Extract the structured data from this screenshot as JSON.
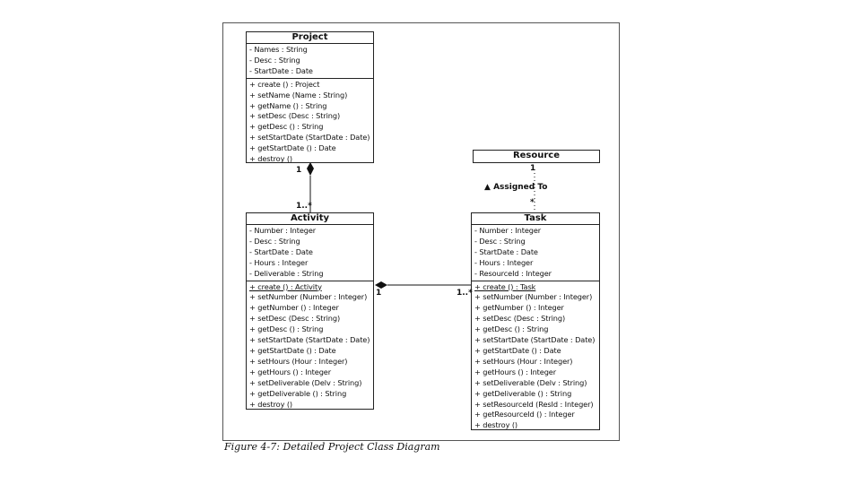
{
  "classes": {
    "project": {
      "name": "Project",
      "attributes": [
        "- Names : String",
        "- Desc : String",
        "- StartDate : Date"
      ],
      "operations": [
        "+ create () : Project",
        "+ setName (Name : String)",
        "+ getName () : String",
        "+ setDesc (Desc : String)",
        "+ getDesc () : String",
        "+ setStartDate (StartDate : Date)",
        "+ getStartDate () : Date",
        "+ destroy ()"
      ]
    },
    "activity": {
      "name": "Activity",
      "attributes": [
        "- Number : Integer",
        "- Desc : String",
        "- StartDate : Date",
        "- Hours : Integer",
        "- Deliverable : String"
      ],
      "operations": [
        "+ create () : Activity",
        "+ setNumber (Number : Integer)",
        "+ getNumber () : Integer",
        "+ setDesc (Desc : String)",
        "+ getDesc () : String",
        "+ setStartDate (StartDate : Date)",
        "+ getStartDate () : Date",
        "+ setHours (Hour : Integer)",
        "+ getHours () : Integer",
        "+ setDeliverable (Delv : String)",
        "+ getDeliverable () : String",
        "+ destroy ()"
      ]
    },
    "resource": {
      "name": "Resource"
    },
    "task": {
      "name": "Task",
      "attributes": [
        "- Number : Integer",
        "- Desc : String",
        "- StartDate : Date",
        "- Hours : Integer",
        "- ResourceId : Integer"
      ],
      "operations": [
        "+ create () : Task",
        "+ setNumber (Number : Integer)",
        "+ getNumber () : Integer",
        "+ setDesc (Desc : String)",
        "+ getDesc () : String",
        "+ setStartDate (StartDate : Date)",
        "+ getStartDate () : Date",
        "+ setHours (Hour : Integer)",
        "+ getHours () : Integer",
        "+ setDeliverable (Delv : String)",
        "+ getDeliverable () : String",
        "+ setResourceId (ResId : Integer)",
        "+ getResourceId () : Integer",
        "+ destroy ()"
      ]
    }
  },
  "associations": {
    "project_activity": {
      "source_mult": "1",
      "target_mult": "1..*"
    },
    "activity_task": {
      "source_mult": "1",
      "target_mult": "1..*"
    },
    "resource_task": {
      "source_mult": "1",
      "target_mult": "*",
      "label": "Assigned To",
      "label_arrow": "▲"
    }
  },
  "caption": "Figure 4-7: Detailed Project Class Diagram"
}
